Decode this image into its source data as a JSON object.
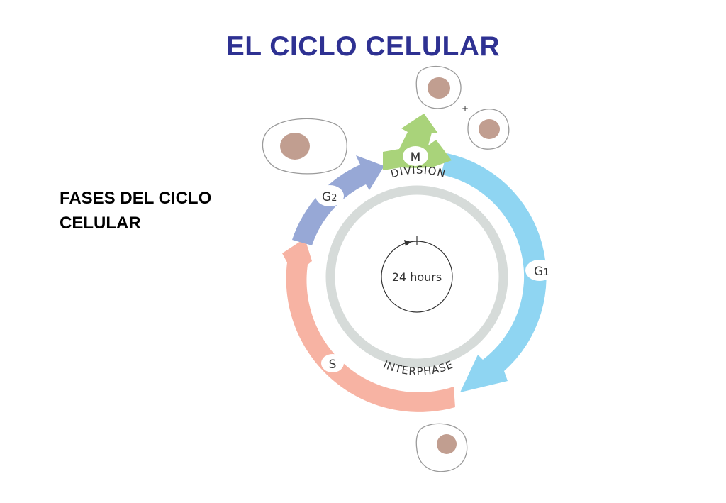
{
  "slide": {
    "title": "EL CICLO CELULAR",
    "side_label_line1": "FASES DEL CICLO",
    "side_label_line2": "CELULAR"
  },
  "diagram": {
    "division_label": "DIVISION",
    "interphase_label": "INTERPHASE",
    "center_label": "24 hours",
    "plus_sign": "+",
    "phases": [
      {
        "id": "m",
        "label": "M"
      },
      {
        "id": "g1",
        "label": "G",
        "sub": "1"
      },
      {
        "id": "s",
        "label": "S"
      },
      {
        "id": "g2",
        "label": "G",
        "sub": "2"
      }
    ]
  },
  "colors": {
    "title": "#2e3192",
    "label": "#000000",
    "phase_m": "#a9d37a",
    "phase_g1": "#8fd5f2",
    "phase_s": "#f7b3a3",
    "phase_g2": "#97a8d6",
    "ring": "#d6dbd9",
    "nucleus": "#c19e90",
    "cell_outline": "#9a9a9a"
  }
}
